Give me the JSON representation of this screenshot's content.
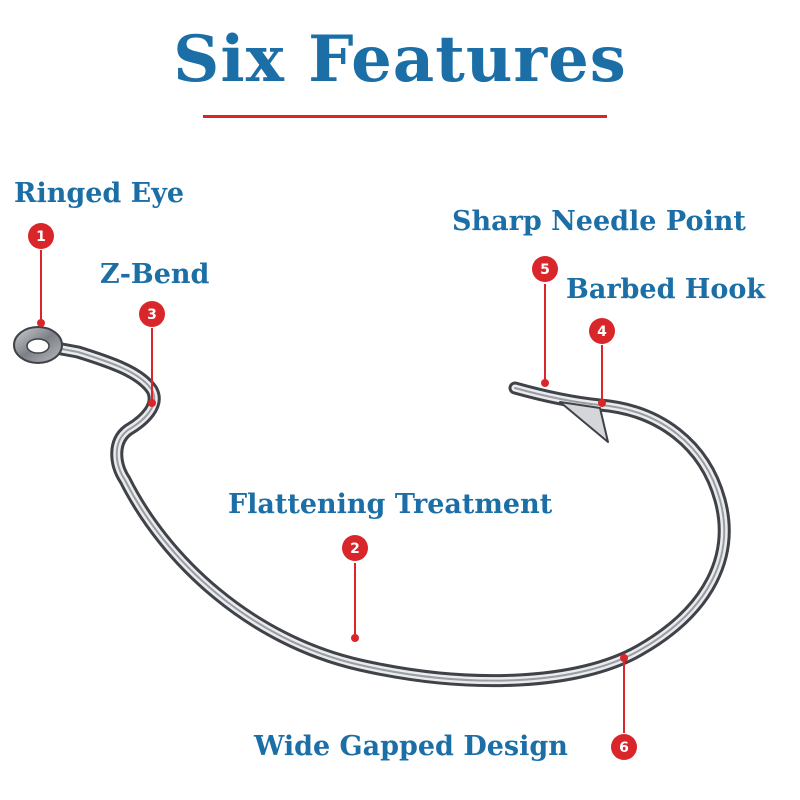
{
  "title": "Six Features",
  "features": [
    {
      "number": "1",
      "label": "Ringed Eye"
    },
    {
      "number": "2",
      "label": "Flattening Treatment"
    },
    {
      "number": "3",
      "label": "Z-Bend"
    },
    {
      "number": "4",
      "label": "Barbed Hook"
    },
    {
      "number": "5",
      "label": "Sharp Needle Point"
    },
    {
      "number": "6",
      "label": "Wide Gapped Design"
    }
  ],
  "colors": {
    "title": "#1b6fa6",
    "accent": "#d9262a",
    "steel": "#8c8f94"
  }
}
